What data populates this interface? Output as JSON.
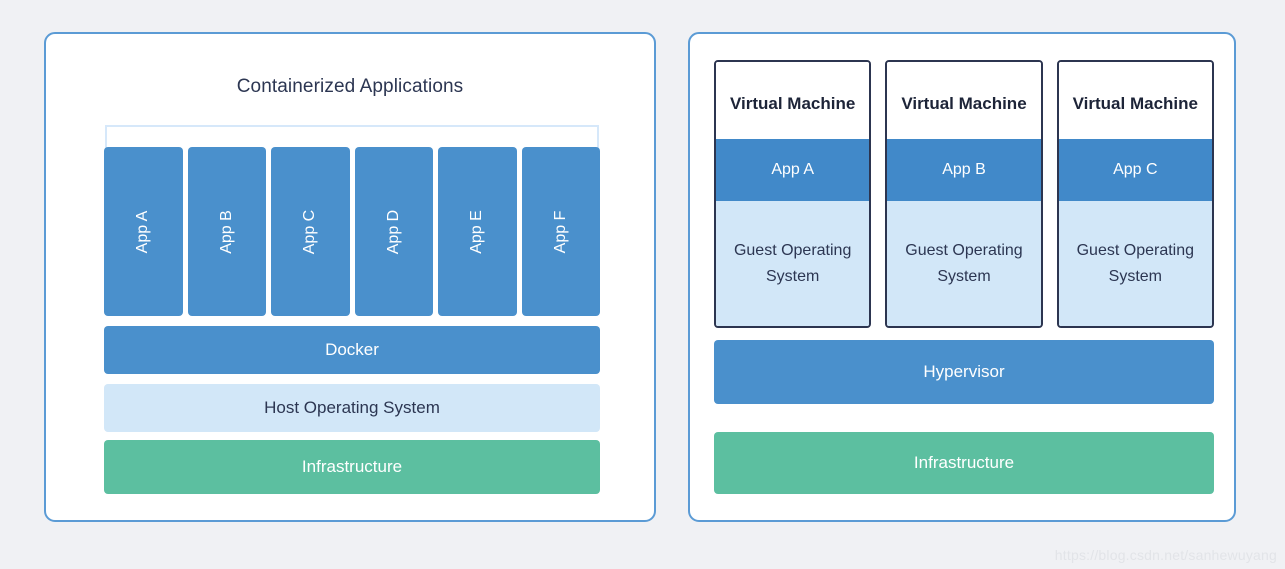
{
  "background_color": "#f0f1f4",
  "colors": {
    "panel_border": "#5b9bd5",
    "app_blue": "#4a90cc",
    "vm_app_blue": "#4189c9",
    "light_blue": "#d2e7f8",
    "bracket_blue": "#d6e8fa",
    "infrastructure_green": "#5cbfa0",
    "vm_border": "#2c3550",
    "dark_text": "#2c3652",
    "watermark_text": "#e2e4e8"
  },
  "left_panel": {
    "title": "Containerized Applications",
    "apps": [
      {
        "label": "App A"
      },
      {
        "label": "App B"
      },
      {
        "label": "App C"
      },
      {
        "label": "App D"
      },
      {
        "label": "App E"
      },
      {
        "label": "App F"
      }
    ],
    "layers": [
      {
        "label": "Docker"
      },
      {
        "label": "Host Operating System"
      },
      {
        "label": "Infrastructure"
      }
    ]
  },
  "right_panel": {
    "vms": [
      {
        "header": "Virtual Machine",
        "app": "App A",
        "guest_os": "Guest Operating System"
      },
      {
        "header": "Virtual Machine",
        "app": "App B",
        "guest_os": "Guest Operating System"
      },
      {
        "header": "Virtual Machine",
        "app": "App C",
        "guest_os": "Guest Operating System"
      }
    ],
    "layers": [
      {
        "label": "Hypervisor"
      },
      {
        "label": "Infrastructure"
      }
    ]
  },
  "watermark": "https://blog.csdn.net/sanhewuyang"
}
